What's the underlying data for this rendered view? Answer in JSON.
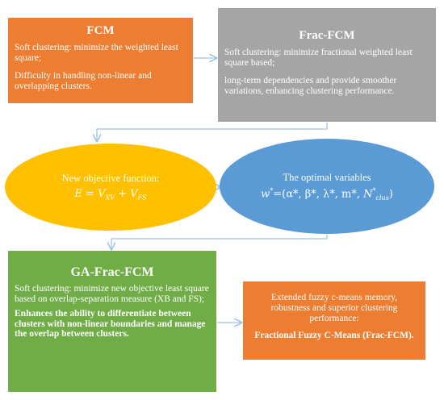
{
  "fcm": {
    "title": "FCM",
    "line1": "Soft clustering: minimize the weighted least square;",
    "line2": "Difficulty in handling non-linear and overlapping clusters."
  },
  "frac_fcm": {
    "title": "Frac-FCM",
    "line1": "Soft clustering: minimize fractional weighted least square based;",
    "line2": "long-term dependencies and provide smoother variations, enhancing clustering performance."
  },
  "objective": {
    "label": "New objective function:",
    "lhs": "E",
    "eq": "=",
    "v1": "V",
    "v1_sub": "XV",
    "plus": "+",
    "v2": "V",
    "v2_sub": "FS"
  },
  "optimal": {
    "label": "The optimal variables",
    "w": "w",
    "w_sup": "*",
    "prefix": "=(",
    "vars": "α*, β*, λ*, m*, ",
    "n": "N",
    "n_sub": "clus",
    "n_sup": "*",
    "suffix": ")"
  },
  "ga_frac_fcm": {
    "title": "GA-Frac-FCM",
    "line1": "Soft clustering: minimize  new objective least square based on overlap-separation measure (XB and FS);",
    "line2_pre": "Enhances the ability to ",
    "line2_bold": "differentiate between clusters with non-linear boundaries",
    "line2_post": " and manage the overlap between clusters."
  },
  "result": {
    "text": "Extended fuzzy c-means memory, robustness and superior clustering performance:",
    "final": "Fractional Fuzzy C-Means (Frac-FCM)."
  },
  "colors": {
    "orange": "#ed7d31",
    "gray": "#a5a5a5",
    "yellow": "#ffc000",
    "blue": "#5b9bd5",
    "green": "#70ad47",
    "connector": "#9dc3e6"
  }
}
